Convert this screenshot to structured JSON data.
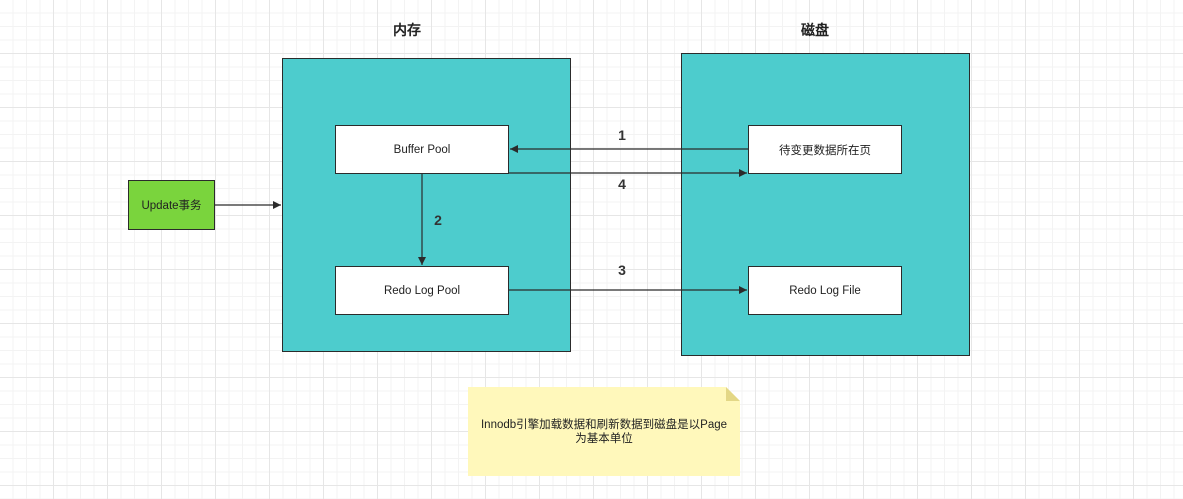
{
  "sections": {
    "memory": "内存",
    "disk": "磁盘"
  },
  "nodes": {
    "update": "Update事务",
    "buffer_pool": "Buffer Pool",
    "redo_log_pool": "Redo Log Pool",
    "pending_page": "待变更数据所在页",
    "redo_log_file": "Redo Log File"
  },
  "edge_labels": {
    "e1": "1",
    "e2": "2",
    "e3": "3",
    "e4": "4"
  },
  "note": {
    "text": "Innodb引擎加载数据和刷新数据到磁盘是以Page为基本单位"
  },
  "colors": {
    "container": "#4dcccd",
    "update_node": "#7ad43d",
    "note": "#fff8bb",
    "stroke": "#2b2b2b"
  }
}
